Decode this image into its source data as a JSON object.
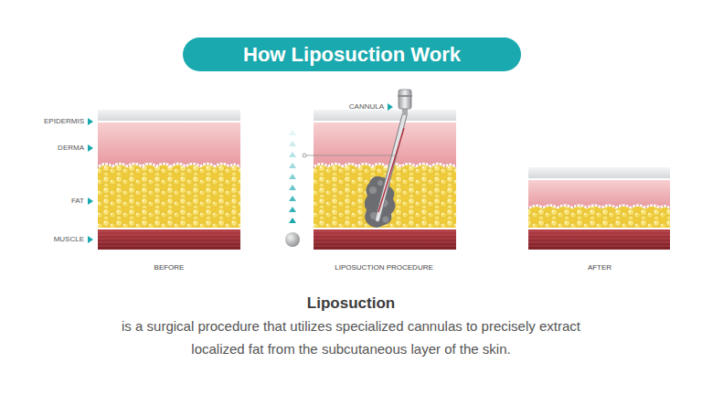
{
  "diagram": {
    "title": "How Liposuction Work",
    "caption": "is a surgical procedure that utilizes specialized cannulas to precisely extract localized fat from the subcutaneous layer of the skin.",
    "labels": [
      "EPIDERMIS",
      "DERMA",
      "FAT",
      "MUSCLE",
      "CANNULA",
      "BEFORE",
      "LIPOSUCTION PROCEDURE",
      "AFTER",
      "Liposuction"
    ]
  }
}
